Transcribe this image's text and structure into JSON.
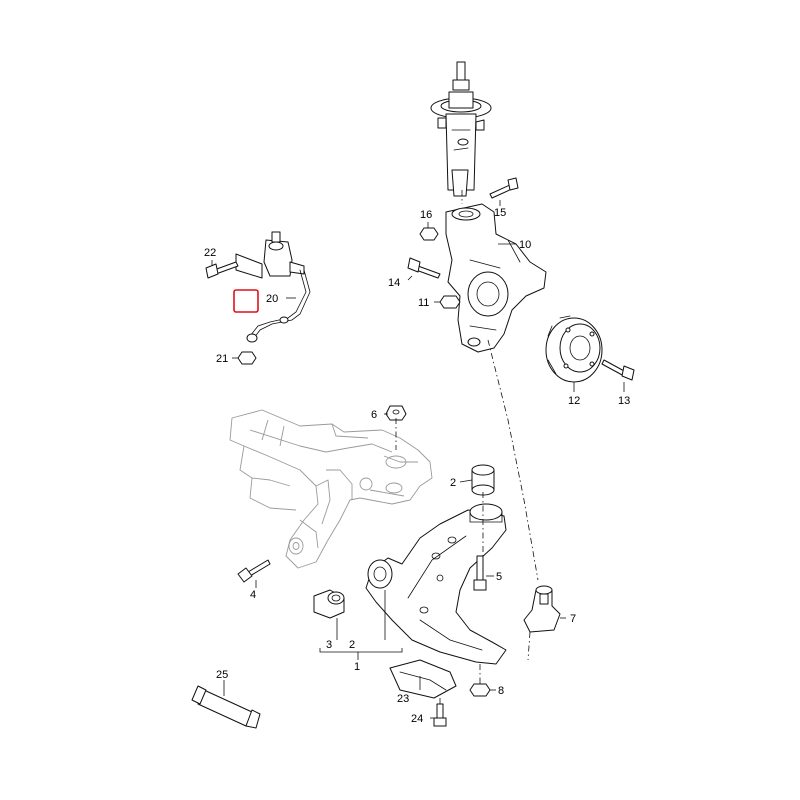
{
  "diagram": {
    "colors": {
      "line": "#111111",
      "ghost": "#9a9a9a",
      "highlight": "#e0101a",
      "background": "#ffffff"
    },
    "labels": {
      "p1": "1",
      "p2": "2",
      "p3": "3",
      "p4": "4",
      "p5": "5",
      "p6": "6",
      "p7": "7",
      "p8": "8",
      "p10": "10",
      "p11": "11",
      "p12": "12",
      "p13": "13",
      "p14": "14",
      "p15": "15",
      "p16": "16",
      "p20": "20",
      "p21": "21",
      "p22": "22",
      "p23": "23",
      "p24": "24",
      "p25": "25"
    }
  }
}
